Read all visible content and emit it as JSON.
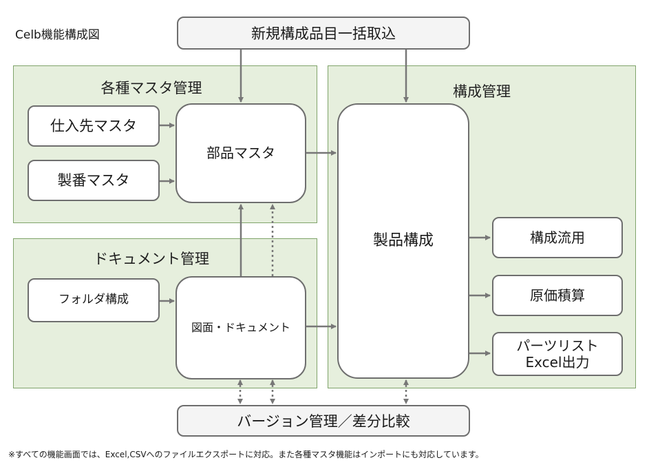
{
  "title": "Celb機能構成図",
  "top_bar": "新規構成品目一括取込",
  "bottom_bar": "バージョン管理／差分比較",
  "groups": {
    "master": "各種マスタ管理",
    "document": "ドキュメント管理",
    "config": "構成管理"
  },
  "boxes": {
    "supplier_master": "仕入先マスタ",
    "serial_master": "製番マスタ",
    "parts_master": "部品マスタ",
    "folder_config": "フォルダ構成",
    "drawing_document": "図面・ドキュメント",
    "product_config": "製品構成",
    "config_reuse": "構成流用",
    "cost_estimate": "原価積算",
    "parts_list": "パーツリスト\nExcel出力"
  },
  "footnote": "※すべての機能画面では、Excel,CSVへのファイルエクスポートに対応。また各種マスタ機能はインポートにも対応しています。",
  "colors": {
    "group_fill": "#e6efdd",
    "group_border": "#7fa36a",
    "box_border": "#6e6e6e",
    "arrow": "#777777",
    "bar_fill": "#f4f4f4"
  }
}
